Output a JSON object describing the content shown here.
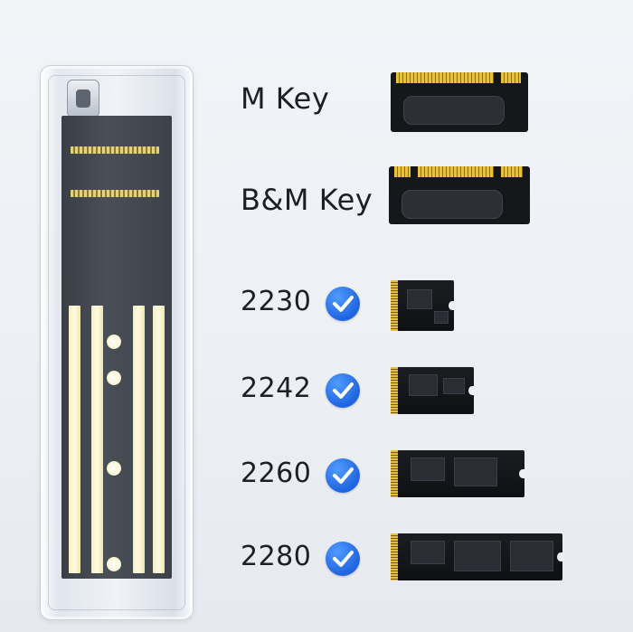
{
  "labels": {
    "m_key": "M Key",
    "bm_key": "B&M Key"
  },
  "sizes": [
    {
      "label": "2230",
      "supported": true
    },
    {
      "label": "2242",
      "supported": true
    },
    {
      "label": "2260",
      "supported": true
    },
    {
      "label": "2280",
      "supported": true
    }
  ],
  "icons": {
    "check": "check-circle-icon"
  },
  "colors": {
    "check_blue": "#1f64e0",
    "text": "#1c1f24",
    "gold": "#e5c045"
  }
}
